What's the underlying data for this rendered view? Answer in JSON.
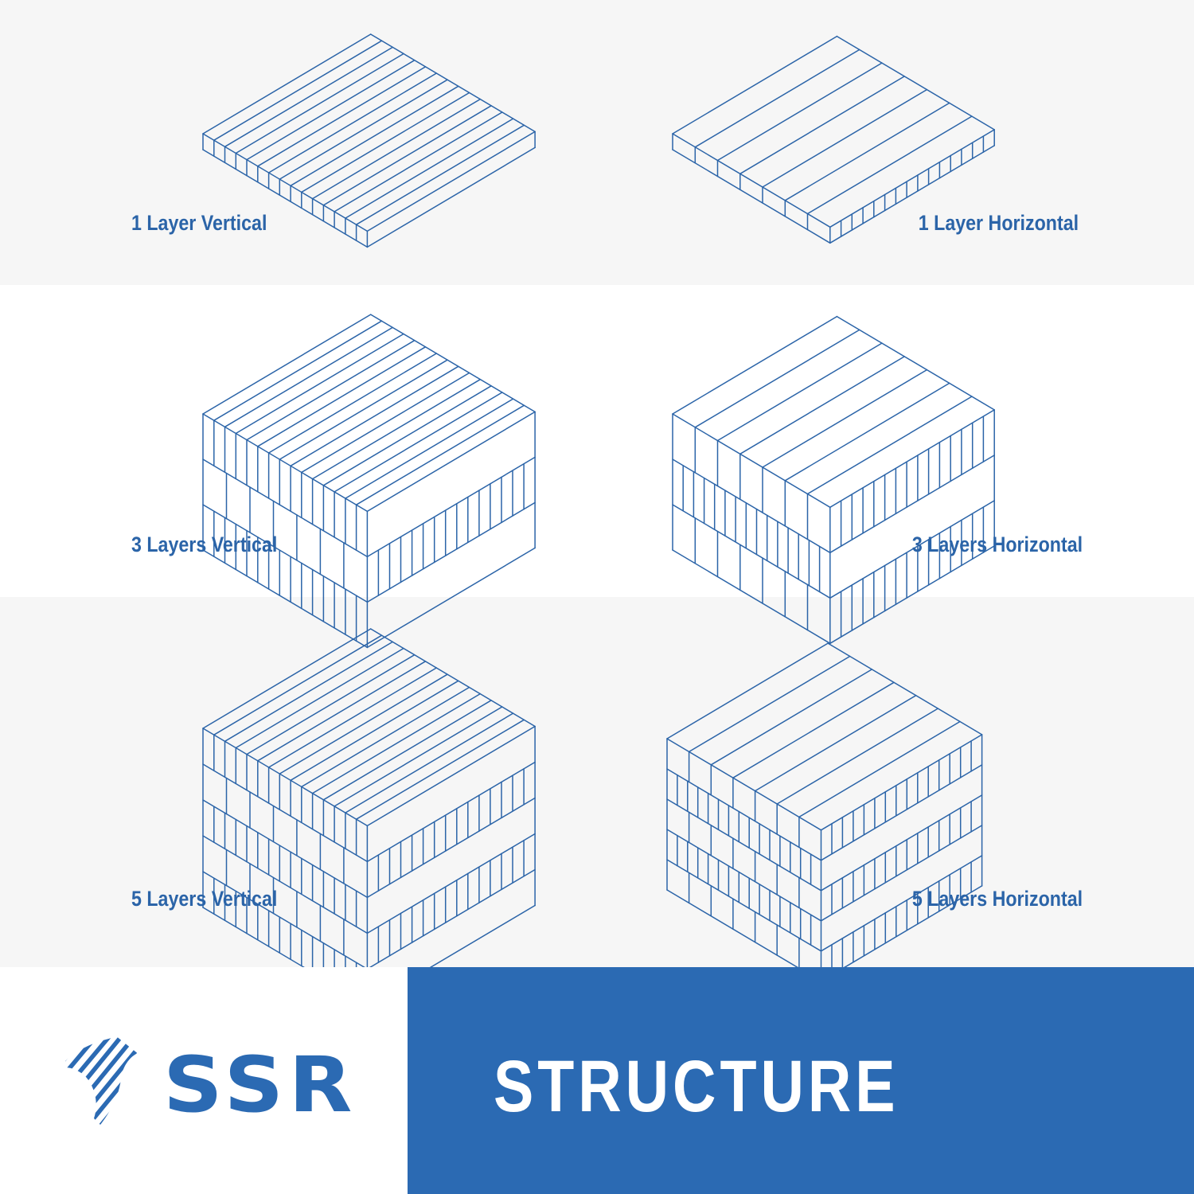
{
  "panels": [
    {
      "label": "1 Layer Vertical",
      "layers": 1,
      "orientation": "vertical"
    },
    {
      "label": "1 Layer Horizontal",
      "layers": 1,
      "orientation": "horizontal"
    },
    {
      "label": "3 Layers Vertical",
      "layers": 3,
      "orientation": "vertical"
    },
    {
      "label": "3 Layers Horizontal",
      "layers": 3,
      "orientation": "horizontal"
    },
    {
      "label": "5 Layers Vertical",
      "layers": 5,
      "orientation": "vertical"
    },
    {
      "label": "5 Layers Horizontal",
      "layers": 5,
      "orientation": "horizontal"
    }
  ],
  "footer": {
    "brand": "SSR",
    "title": "STRUCTURE"
  },
  "colors": {
    "line": "#2b64a8",
    "label": "#2b64a8",
    "band_gray": "#f6f6f6",
    "footer_blue": "#2b6ab3",
    "footer_text": "#ffffff"
  }
}
